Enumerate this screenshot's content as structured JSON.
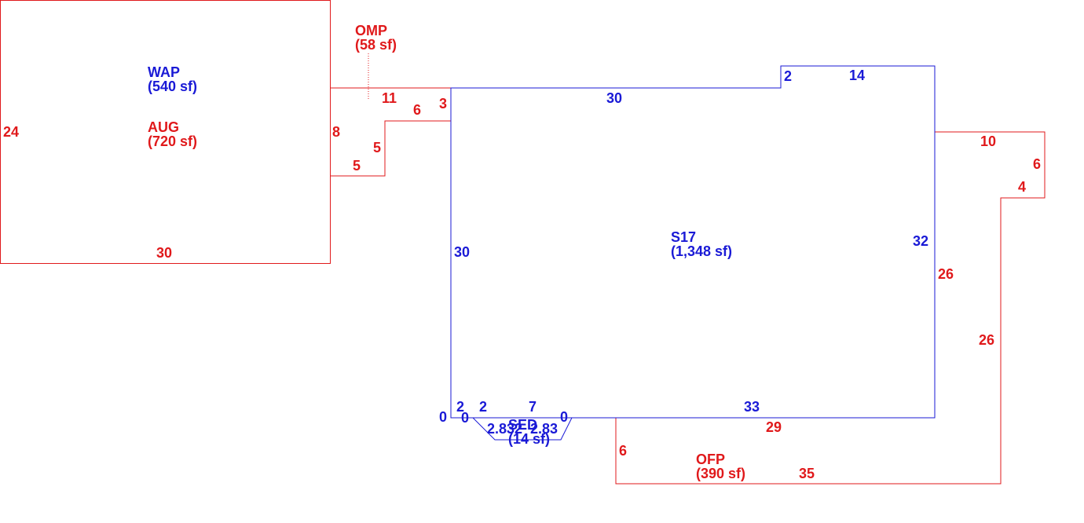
{
  "colors": {
    "red": "#e0191b",
    "blue": "#1a1ad6"
  },
  "areas": {
    "wap": {
      "name": "WAP",
      "area": "(540 sf)"
    },
    "aug": {
      "name": "AUG",
      "area": "(720 sf)"
    },
    "omp": {
      "name": "OMP",
      "area": "(58 sf)"
    },
    "s17": {
      "name": "S17",
      "area": "(1,348 sf)"
    },
    "ofp": {
      "name": "OFP",
      "area": "(390 sf)"
    },
    "sed": {
      "name": "SED",
      "area": "(14 sf)"
    }
  },
  "dims": {
    "aug_left": "24",
    "aug_bottom": "30",
    "omp_top": "11",
    "omp_step_top": "6",
    "omp_step_right": "3",
    "omp_left": "8",
    "omp_step_vertical": "5",
    "omp_bottom": "5",
    "s17_top": "30",
    "s17_notch": "2",
    "s17_top_right": "14",
    "s17_left": "30",
    "s17_right": "32",
    "s17_bottom": "33",
    "s17_bottom_left": "2",
    "s17_left_zero": "0",
    "sed_zero_left": "0",
    "sed_top_left": "2",
    "sed_top_mid": "7",
    "sed_zero_right": "0",
    "sed_diag_left": "2.83",
    "sed_bottom": "2",
    "sed_diag_right": "2.83",
    "ofp_top": "29",
    "ofp_left": "6",
    "ofp_bottom": "35",
    "ofp_inner_right": "26",
    "ofp_outer_right": "26",
    "ofp_top_right": "10",
    "ofp_right_vert": "6",
    "ofp_step": "4"
  }
}
